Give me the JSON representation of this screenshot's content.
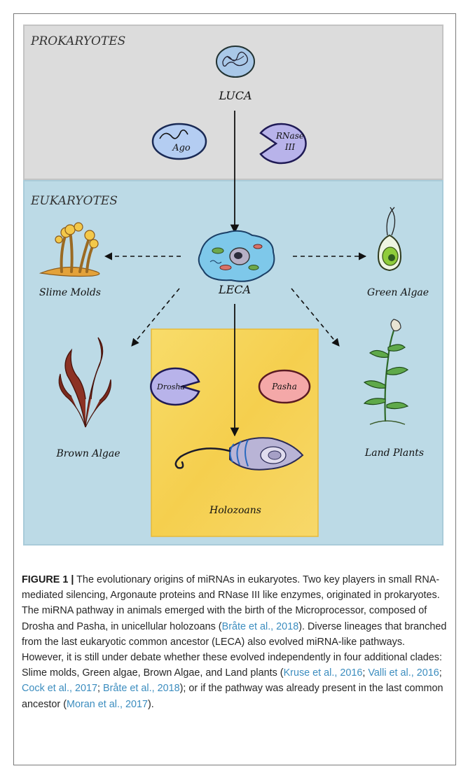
{
  "figure": {
    "regions": {
      "prokaryotes": "PROKARYOTES",
      "eukaryotes": "EUKARYOTES"
    },
    "nodes": {
      "luca": "LUCA",
      "ago": "Ago",
      "rnase_line1": "RNase",
      "rnase_line2": "III",
      "leca": "LECA",
      "slime_molds": "Slime Molds",
      "green_algae": "Green Algae",
      "brown_algae": "Brown Algae",
      "land_plants": "Land Plants",
      "drosha": "Drosha",
      "pasha": "Pasha",
      "holozoans": "Holozoans"
    },
    "colors": {
      "prokaryote_bg": "#dcdcdc",
      "eukaryote_bg": "#bcdae6",
      "holozoan_bg": "#f7d75e",
      "blue_pill": "#b4cdf2",
      "purple_pacman": "#b8b3ea",
      "pink_pill": "#f4a8a8",
      "cell_blue": "#7ec8ea"
    }
  },
  "caption": {
    "label": "FIGURE 1 |",
    "t1": " The evolutionary origins of miRNAs in eukaryotes. Two key players in small RNA-mediated silencing, Argonaute proteins and RNase III like enzymes, originated in prokaryotes. The miRNA pathway in animals emerged with the birth of the Microprocessor, composed of Drosha and Pasha, in unicellular holozoans (",
    "c1": "Bråte et al., 2018",
    "t2": "). Diverse lineages that branched from the last eukaryotic common ancestor (LECA) also evolved miRNA-like pathways. However, it is still under debate whether these evolved independently in four additional clades: Slime molds, Green algae, Brown Algae, and Land plants (",
    "c2": "Kruse et al., 2016",
    "s1": "; ",
    "c3": "Valli et al., 2016",
    "s2": "; ",
    "c4": "Cock et al., 2017",
    "s3": "; ",
    "c5": "Bråte et al., 2018",
    "t3": "); or if the pathway was already present in the last common ancestor (",
    "c6": "Moran et al., 2017",
    "t4": ")."
  }
}
